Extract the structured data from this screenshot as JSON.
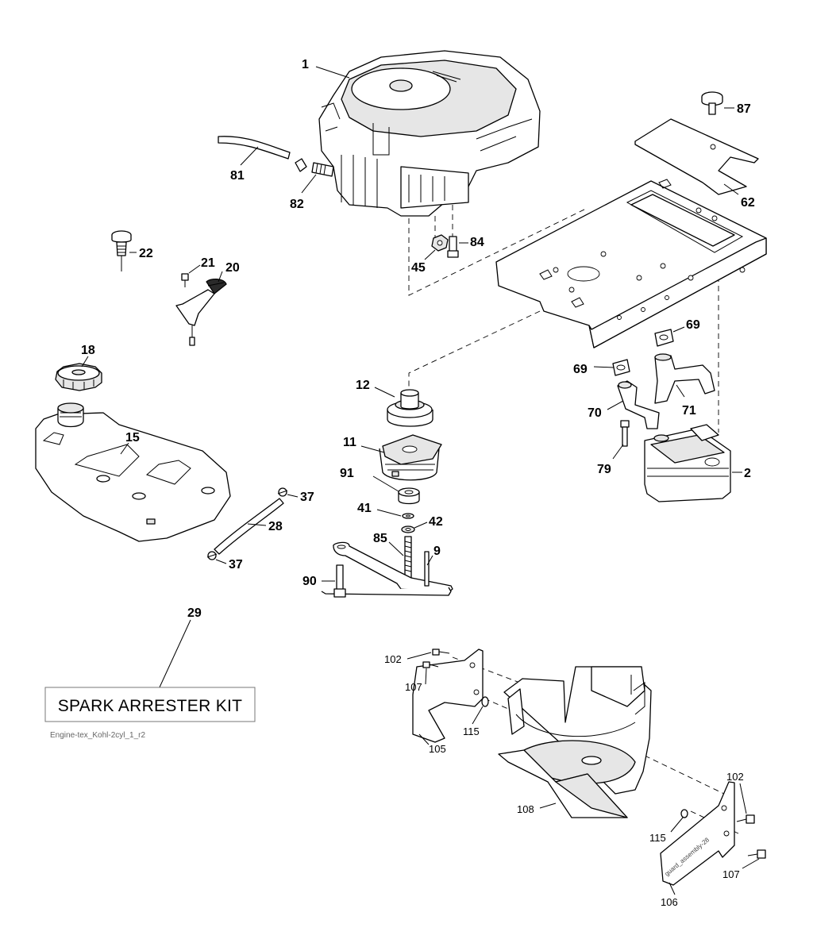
{
  "callouts": [
    {
      "id": "1",
      "label": "1"
    },
    {
      "id": "2",
      "label": "2"
    },
    {
      "id": "9",
      "label": "9"
    },
    {
      "id": "11",
      "label": "11"
    },
    {
      "id": "12",
      "label": "12"
    },
    {
      "id": "15",
      "label": "15"
    },
    {
      "id": "18",
      "label": "18"
    },
    {
      "id": "20",
      "label": "20"
    },
    {
      "id": "21",
      "label": "21"
    },
    {
      "id": "22",
      "label": "22"
    },
    {
      "id": "28",
      "label": "28"
    },
    {
      "id": "29",
      "label": "29"
    },
    {
      "id": "37a",
      "label": "37"
    },
    {
      "id": "37b",
      "label": "37"
    },
    {
      "id": "41",
      "label": "41"
    },
    {
      "id": "42",
      "label": "42"
    },
    {
      "id": "45",
      "label": "45"
    },
    {
      "id": "62",
      "label": "62"
    },
    {
      "id": "69a",
      "label": "69"
    },
    {
      "id": "69b",
      "label": "69"
    },
    {
      "id": "70",
      "label": "70"
    },
    {
      "id": "71",
      "label": "71"
    },
    {
      "id": "79",
      "label": "79"
    },
    {
      "id": "81",
      "label": "81"
    },
    {
      "id": "82",
      "label": "82"
    },
    {
      "id": "84",
      "label": "84"
    },
    {
      "id": "85",
      "label": "85"
    },
    {
      "id": "87",
      "label": "87"
    },
    {
      "id": "90",
      "label": "90"
    },
    {
      "id": "91",
      "label": "91"
    },
    {
      "id": "102a",
      "label": "102"
    },
    {
      "id": "102b",
      "label": "102"
    },
    {
      "id": "105",
      "label": "105"
    },
    {
      "id": "106",
      "label": "106"
    },
    {
      "id": "107a",
      "label": "107"
    },
    {
      "id": "107b",
      "label": "107"
    },
    {
      "id": "108",
      "label": "108"
    },
    {
      "id": "115a",
      "label": "115"
    },
    {
      "id": "115b",
      "label": "115"
    }
  ],
  "kit": {
    "label": "SPARK ARRESTER KIT"
  },
  "file_label": "Engine-tex_Kohl-2cyl_1_r2",
  "guard_text": "guard_assembly-28"
}
